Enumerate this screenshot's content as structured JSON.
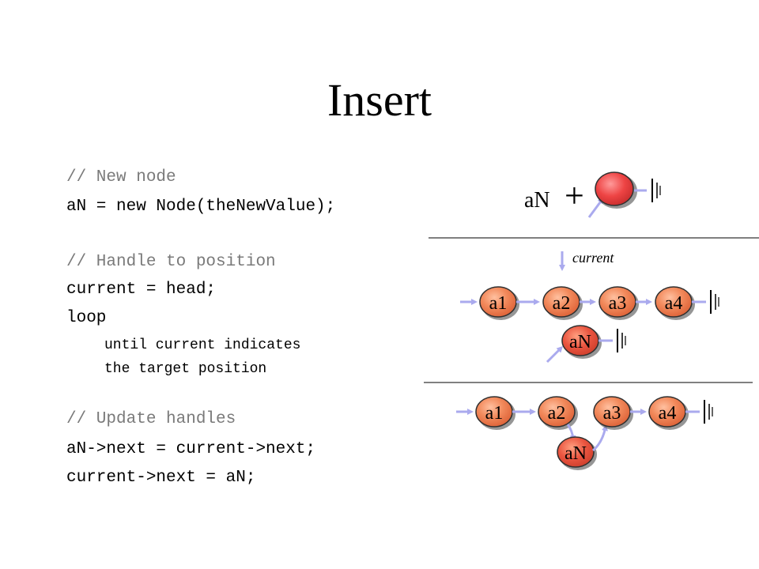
{
  "title": "Insert",
  "code": {
    "comment_new_node": "// New node",
    "line_new_node": "aN = new Node(theNewValue);",
    "comment_handle": "// Handle to position",
    "line_current_head": "current = head;",
    "line_loop": "loop",
    "line_until": "until current indicates",
    "line_target": "the target position",
    "comment_update": "// Update handles",
    "line_next_assign": "aN->next = current->next;",
    "line_current_next": "current->next = aN;"
  },
  "diagram": {
    "new_node_label": "aN",
    "plus_sign": "+",
    "current_label": "current",
    "list_nodes": [
      "a1",
      "a2",
      "a3",
      "a4"
    ],
    "inserted_node": "aN",
    "colors": {
      "node_fill": "#f07a4e",
      "new_node_fill": "#ee4040",
      "inserted_fill": "#e85040",
      "arrow": "#aaaaee",
      "node_stroke": "#303030"
    }
  }
}
